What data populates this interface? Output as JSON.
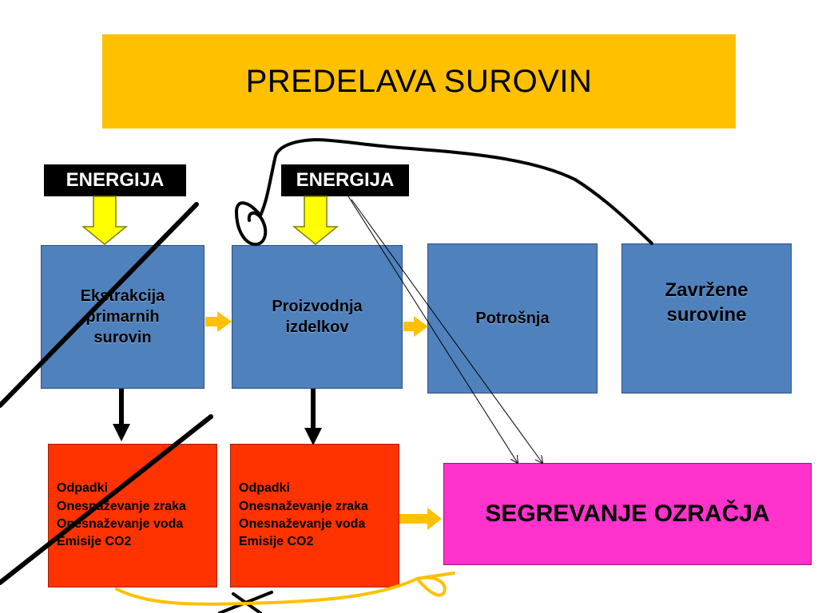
{
  "title": "PREDELAVA SUROVIN",
  "energy_labels": [
    "ENERGIJA",
    "ENERGIJA"
  ],
  "process_boxes": {
    "extraction": "Ekstrakcija\nprimarnih\nsurovin",
    "production": "Proizvodnja\nizdelkov",
    "consumption": "Potrošnja",
    "discarded": "Zavržene\nsurovine"
  },
  "impacts_left": [
    "Odpadki",
    "Onesnaževanje zraka",
    "Onesnaževanje voda",
    "Emisije CO2"
  ],
  "impacts_right": [
    "Odpadki",
    "Onesnaževanje zraka",
    "Onesnaževanje voda",
    "Emisije CO2"
  ],
  "result": "SEGREVANJE OZRAČJA",
  "colors": {
    "title_bg": "#ffc000",
    "process_blue": "#4f81bd",
    "impact_red": "#ff3300",
    "result_pink": "#ff33cc",
    "energy_arrow": "#ffff00",
    "flow_arrow": "#ffc000"
  }
}
